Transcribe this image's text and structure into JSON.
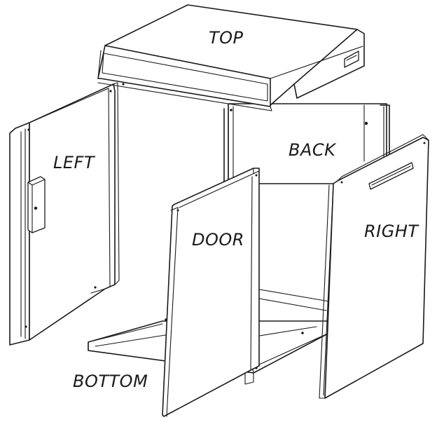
{
  "labels": {
    "top": "TOP",
    "back": "BACK",
    "left": "LEFT",
    "door": "DOOR",
    "right": "RIGHT",
    "bottom": "BOTTOM"
  },
  "colors": {
    "line": "#1a1a1a",
    "fill": "#ffffff"
  }
}
